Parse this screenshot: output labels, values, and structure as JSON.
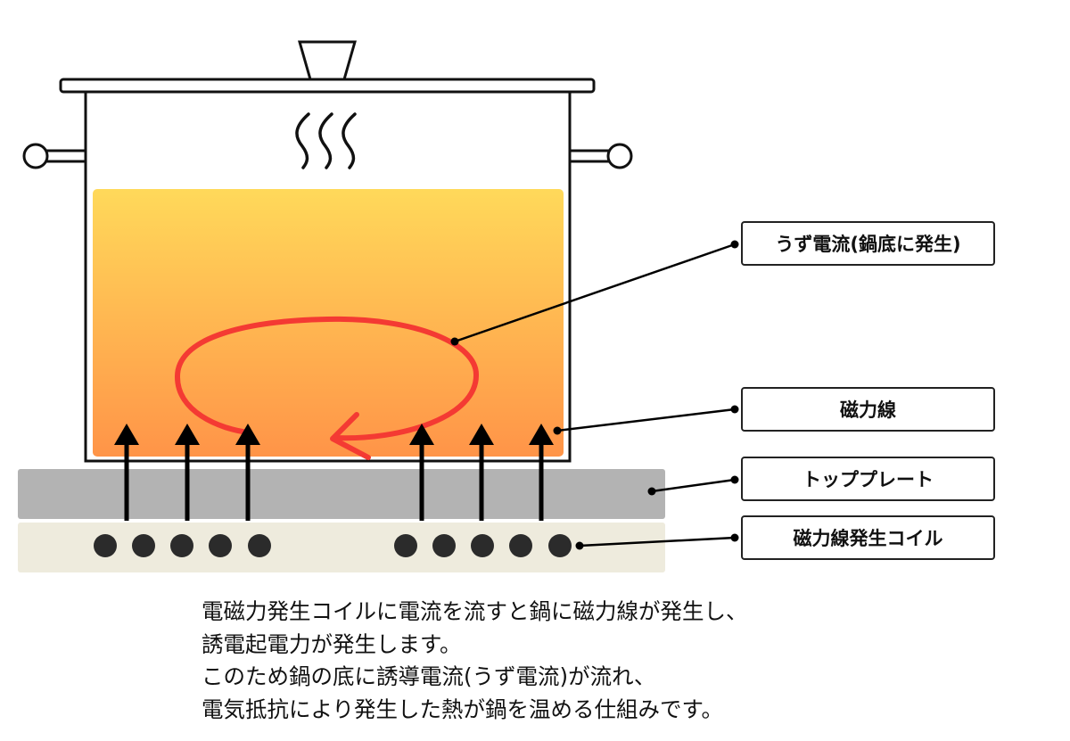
{
  "labels": {
    "eddy_current": "うず電流(鍋底に発生)",
    "magnetic_lines": "磁力線",
    "top_plate": "トッププレート",
    "coil": "磁力線発生コイル"
  },
  "caption": {
    "line1": "電磁力発生コイルに電流を流すと鍋に磁力線が発生し、",
    "line2": "誘電起電力が発生します。",
    "line3": "このため鍋の底に誘導電流(うず電流)が流れ、",
    "line4": "電気抵抗により発生した熱が鍋を温める仕組みです。"
  },
  "colors": {
    "heat_top": "#FFD95A",
    "heat_bottom": "#FF9448",
    "eddy_current": "#F43A33",
    "top_plate": "#B3B3B3",
    "coil_base": "#EEEBDD",
    "coil_dot": "#2B2B2B"
  }
}
